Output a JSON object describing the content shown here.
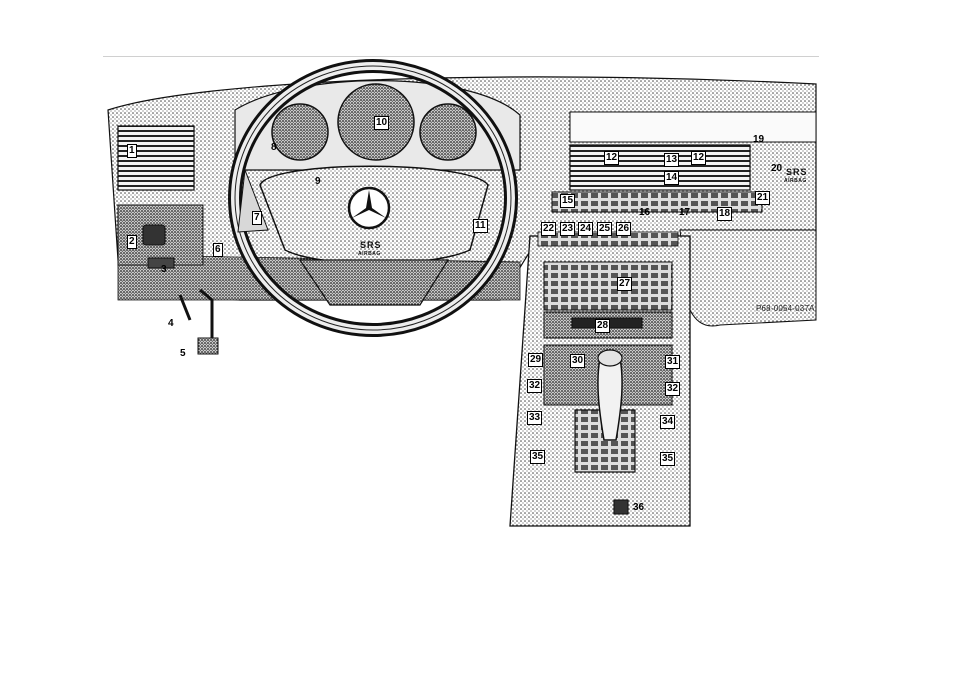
{
  "figure": {
    "reference_code": "P68-0054-037A",
    "airbag_label_wheel": "SRS",
    "airbag_sub_wheel": "AIRBAG",
    "airbag_label_dash": "SRS",
    "airbag_sub_dash": "AIRBAG"
  },
  "callouts": [
    "1",
    "2",
    "3",
    "4",
    "5",
    "6",
    "7",
    "8",
    "9",
    "10",
    "11",
    "12",
    "12",
    "13",
    "14",
    "15",
    "16",
    "17",
    "18",
    "19",
    "20",
    "21",
    "22",
    "23",
    "24",
    "25",
    "26",
    "27",
    "28",
    "29",
    "30",
    "31",
    "32",
    "32",
    "33",
    "34",
    "35",
    "35",
    "36"
  ],
  "colors": {
    "ink": "#111111",
    "paper": "#ffffff",
    "stipple": "#8a8a8a"
  }
}
